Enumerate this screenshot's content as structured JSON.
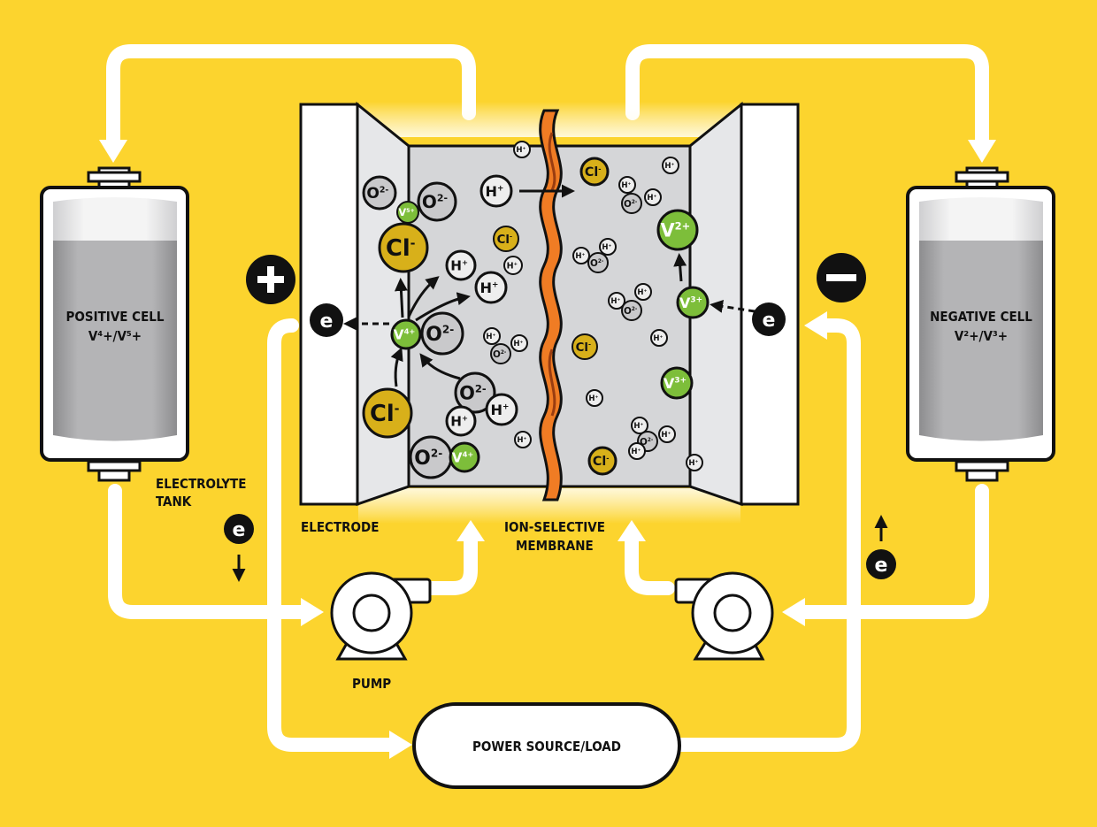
{
  "diagram": {
    "tanks": {
      "positive": {
        "title": "POSITIVE CELL",
        "species": "V⁴+/V⁵+"
      },
      "negative": {
        "title": "NEGATIVE CELL",
        "species": "V²+/V³+"
      }
    },
    "labels": {
      "electrolyte_tank_1": "ELECTROLYTE",
      "electrolyte_tank_2": "TANK",
      "electrode": "ELECTRODE",
      "membrane_1": "ION-SELECTIVE",
      "membrane_2": "MEMBRANE",
      "pump": "PUMP",
      "power": "POWER SOURCE/LOAD"
    },
    "terminals": {
      "positive": "+",
      "negative": "−"
    },
    "electron": "e",
    "colors": {
      "background": "#FCD42E",
      "cell_gray": "#D5D6D8",
      "membrane": "#F07C24",
      "vanadium": "#7DBE3A",
      "chloride": "#D8B01A",
      "oxygen": "#C9C9CB",
      "electron": "#111111"
    },
    "ions": {
      "O": "O",
      "O_sup": "2-",
      "H": "H",
      "H_sup": "+",
      "Cl": "Cl",
      "Cl_sup": "-",
      "V": "V",
      "V4_sup": "4+",
      "V5_sup": "5+",
      "V2_sup": "2+",
      "V3_sup": "3+"
    }
  }
}
